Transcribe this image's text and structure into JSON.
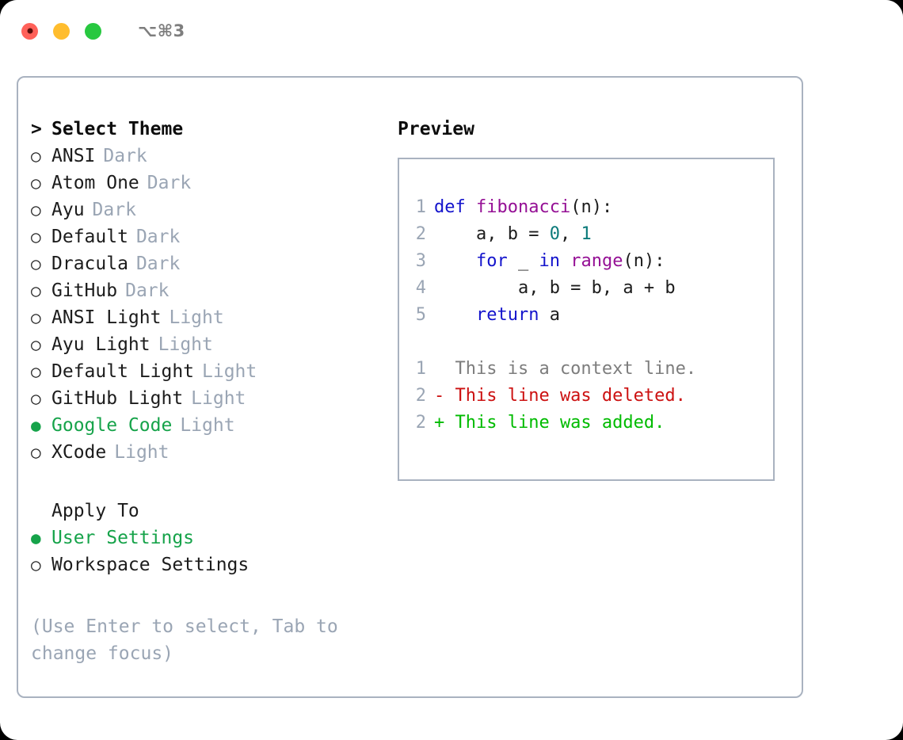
{
  "titlebar": {
    "shortcut": "⌥⌘3",
    "buttons": [
      {
        "name": "close",
        "color": "#ff6159"
      },
      {
        "name": "minimize",
        "color": "#ffbd2e"
      },
      {
        "name": "zoom",
        "color": "#28c840"
      }
    ]
  },
  "theme_picker": {
    "heading": "Select Theme",
    "heading_marker": ">",
    "marker_unselected": "○",
    "marker_selected": "●",
    "items": [
      {
        "label": "ANSI",
        "variant": "Dark",
        "selected": false
      },
      {
        "label": "Atom One",
        "variant": "Dark",
        "selected": false
      },
      {
        "label": "Ayu",
        "variant": "Dark",
        "selected": false
      },
      {
        "label": "Default",
        "variant": "Dark",
        "selected": false
      },
      {
        "label": "Dracula",
        "variant": "Dark",
        "selected": false
      },
      {
        "label": "GitHub",
        "variant": "Dark",
        "selected": false
      },
      {
        "label": "ANSI Light",
        "variant": "Light",
        "selected": false
      },
      {
        "label": "Ayu Light",
        "variant": "Light",
        "selected": false
      },
      {
        "label": "Default Light",
        "variant": "Light",
        "selected": false
      },
      {
        "label": "GitHub Light",
        "variant": "Light",
        "selected": false
      },
      {
        "label": "Google Code",
        "variant": "Light",
        "selected": true
      },
      {
        "label": "XCode",
        "variant": "Light",
        "selected": false
      }
    ]
  },
  "apply_to": {
    "heading": "Apply To",
    "items": [
      {
        "label": "User Settings",
        "selected": true
      },
      {
        "label": "Workspace Settings",
        "selected": false
      }
    ]
  },
  "hint": "(Use Enter to select, Tab to change focus)",
  "preview": {
    "title": "Preview",
    "code_lines": [
      {
        "number": "1",
        "tokens": [
          {
            "text": "def ",
            "type": "kw"
          },
          {
            "text": "fibonacci",
            "type": "fn"
          },
          {
            "text": "(n):",
            "type": "pl"
          }
        ]
      },
      {
        "number": "2",
        "tokens": [
          {
            "text": "    a, b = ",
            "type": "pl"
          },
          {
            "text": "0",
            "type": "num"
          },
          {
            "text": ", ",
            "type": "pl"
          },
          {
            "text": "1",
            "type": "num"
          }
        ]
      },
      {
        "number": "3",
        "tokens": [
          {
            "text": "    ",
            "type": "pl"
          },
          {
            "text": "for",
            "type": "kw"
          },
          {
            "text": " _ ",
            "type": "pl"
          },
          {
            "text": "in",
            "type": "kw"
          },
          {
            "text": " ",
            "type": "pl"
          },
          {
            "text": "range",
            "type": "fn"
          },
          {
            "text": "(n):",
            "type": "pl"
          }
        ]
      },
      {
        "number": "4",
        "tokens": [
          {
            "text": "        a, b = b, a + b",
            "type": "pl"
          }
        ]
      },
      {
        "number": "5",
        "tokens": [
          {
            "text": "    ",
            "type": "pl"
          },
          {
            "text": "return",
            "type": "kw"
          },
          {
            "text": " a",
            "type": "pl"
          }
        ]
      }
    ],
    "diff_lines": [
      {
        "number": "1",
        "marker": " ",
        "text": "  This is a context line.",
        "type": "ctx"
      },
      {
        "number": "2",
        "marker": "-",
        "text": "- This line was deleted.",
        "type": "del"
      },
      {
        "number": "2",
        "marker": "+",
        "text": "+ This line was added.",
        "type": "add"
      }
    ]
  },
  "colors": {
    "accent_green": "#16a34a",
    "muted": "#9aa5b4",
    "border": "#a9b2c0",
    "keyword": "#1414cc",
    "function": "#951095",
    "number": "#0b7a7a",
    "deleted": "#cc1111",
    "added": "#00bb00",
    "context": "#7d7d7d"
  }
}
